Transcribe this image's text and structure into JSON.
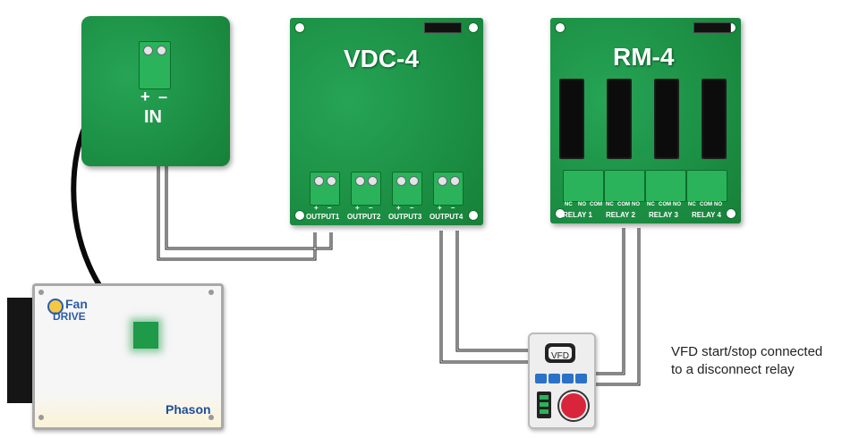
{
  "in_board": {
    "plus": "+",
    "minus": "–",
    "label": "IN"
  },
  "vdc4": {
    "title": "VDC-4",
    "outputs": [
      "OUTPUT1",
      "OUTPUT2",
      "OUTPUT3",
      "OUTPUT4"
    ],
    "pin_plus": "+",
    "pin_minus": "–"
  },
  "rm4": {
    "title": "RM-4",
    "pin_labels": [
      "NC",
      "NO",
      "COM",
      "NC",
      "COM",
      "NO",
      "NC",
      "COM",
      "NO",
      "NC",
      "COM",
      "NO"
    ],
    "relays": [
      "RELAY 1",
      "RELAY 2",
      "RELAY 3",
      "RELAY 4"
    ]
  },
  "fandrive": {
    "logo_top": "Fan",
    "logo_bottom": "DRIVE",
    "brand": "Phason"
  },
  "vfd": {
    "label": "VFD"
  },
  "note": {
    "line1": "VFD start/stop connected",
    "line2": "to a disconnect relay"
  },
  "colors": {
    "board": "#1f9a4a",
    "terminal": "#2ab35a",
    "wire": "#111111",
    "stop_button": "#d9253b",
    "vfd_button": "#2a72c8"
  }
}
